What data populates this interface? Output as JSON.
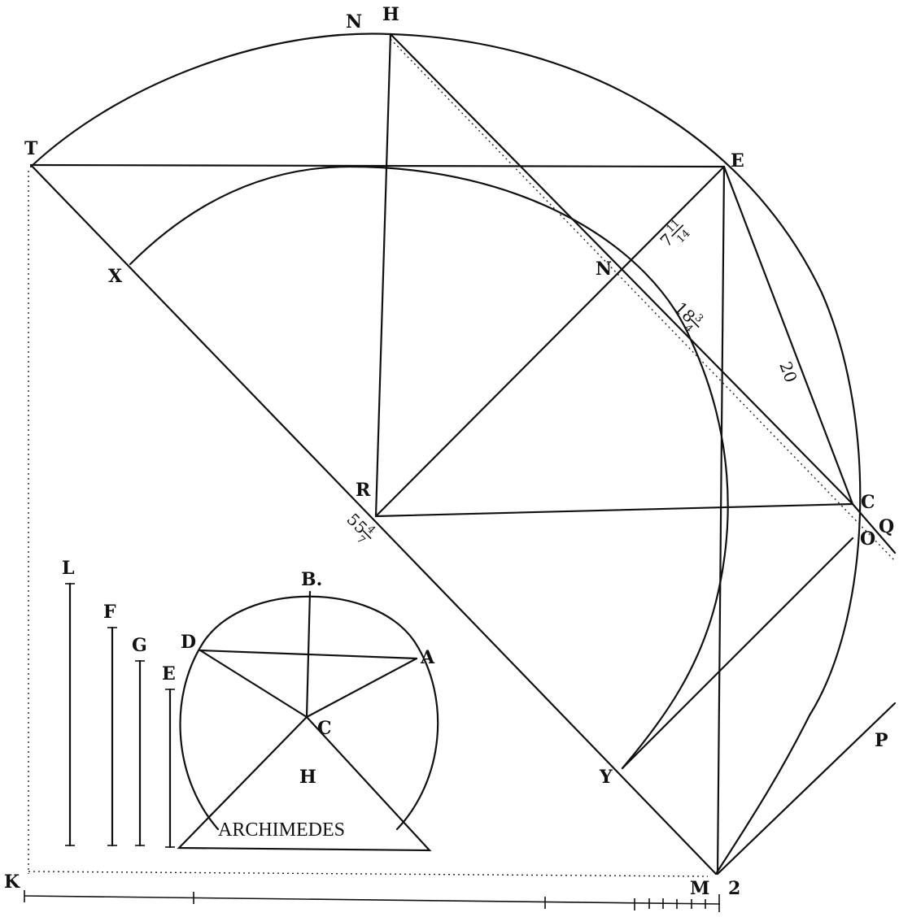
{
  "points": {
    "N_top": "N",
    "H_top": "H",
    "T": "T",
    "E_right": "E",
    "X": "X",
    "N_mid": "N",
    "R": "R",
    "C_right": "C",
    "Q": "Q",
    "O": "O",
    "Y": "Y",
    "P": "P",
    "K": "K",
    "M": "M",
    "Z": "2"
  },
  "measures": {
    "m1_int": "7",
    "m1_num": "11",
    "m1_den": "14",
    "m2_int": "18",
    "m2_num": "3",
    "m2_den": "4",
    "m3": "20",
    "m4_int": "55",
    "m4_num": "4",
    "m4_den": "7"
  },
  "small_figure": {
    "B": "B.",
    "D": "D",
    "A": "A",
    "C": "C",
    "H": "H",
    "caption": "ARCHIMEDES"
  },
  "bars": {
    "L": "L",
    "F": "F",
    "G": "G",
    "E": "E"
  }
}
